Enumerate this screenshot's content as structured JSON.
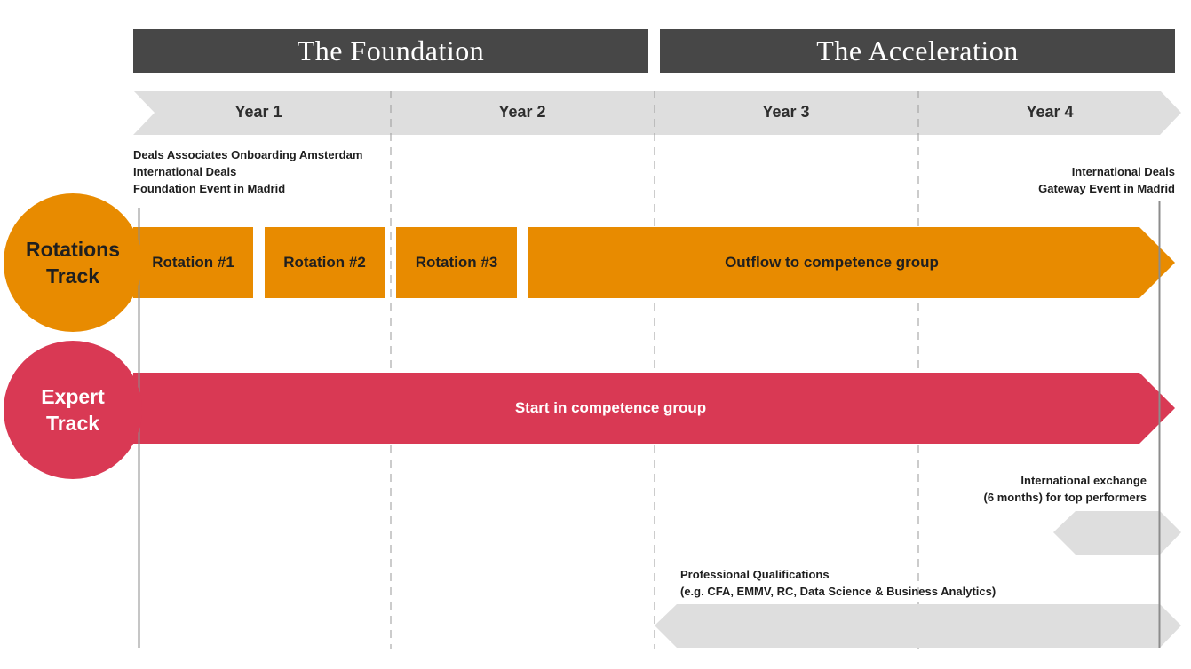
{
  "phases": [
    {
      "label": "The Foundation"
    },
    {
      "label": "The Acceleration"
    }
  ],
  "years": [
    "Year 1",
    "Year 2",
    "Year 3",
    "Year 4"
  ],
  "notes": {
    "onboarding": [
      "Deals Associates Onboarding Amsterdam",
      "International Deals",
      "Foundation Event in Madrid"
    ],
    "gateway": [
      "International Deals",
      "Gateway Event in Madrid"
    ],
    "exchange": [
      "International exchange",
      "(6 months) for top performers"
    ],
    "qualifications": [
      "Professional Qualifications",
      "(e.g. CFA, EMMV, RC, Data Science & Business Analytics)"
    ]
  },
  "tracks": {
    "rotations": {
      "title_line1": "Rotations",
      "title_line2": "Track",
      "color": "#E88B00",
      "blocks": [
        "Rotation #1",
        "Rotation #2",
        "Rotation #3",
        "Outflow to competence group"
      ]
    },
    "expert": {
      "title_line1": "Expert",
      "title_line2": "Track",
      "color": "#D93954",
      "blocks": [
        "Start in competence group"
      ]
    }
  },
  "colors": {
    "phase_header": "#474747",
    "year_band": "#DEDEDE",
    "divider": "#9A9A9A",
    "timeline_line": "#8C8C8C"
  }
}
